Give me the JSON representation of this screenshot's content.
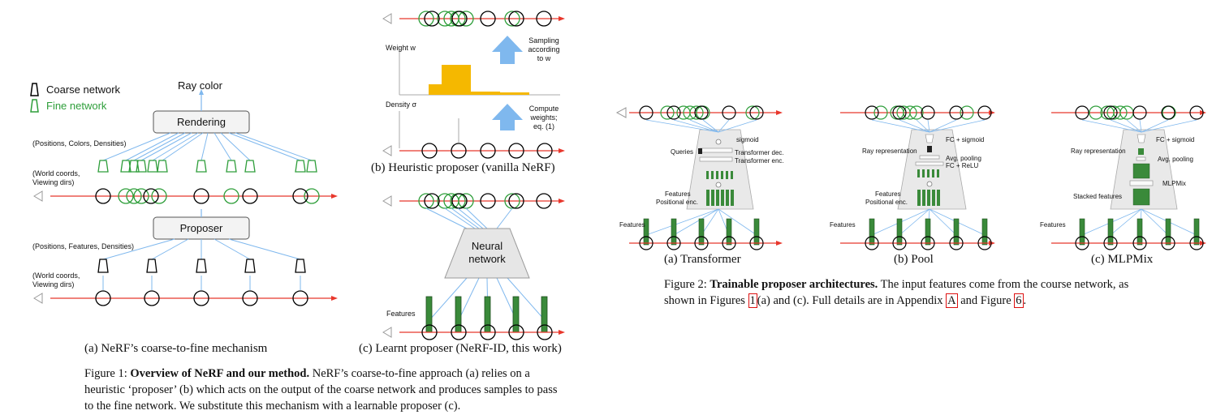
{
  "fig1": {
    "a": {
      "legend_coarse": "Coarse network",
      "legend_fine": "Fine network",
      "ray_color": "Ray color",
      "rendering": "Rendering",
      "proposer": "Proposer",
      "label_pcd": "(Positions, Colors, Densities)",
      "label_world1_l1": "(World coords,",
      "label_world1_l2": "Viewing dirs)",
      "label_pfd": "(Positions, Features, Densities)",
      "label_world2_l1": "(World coords,",
      "label_world2_l2": "Viewing dirs)",
      "caption": "(a) NeRF’s coarse-to-fine mechanism"
    },
    "b": {
      "weight": "Weight w",
      "density": "Density σ",
      "sampling_l1": "Sampling",
      "sampling_l2": "according",
      "sampling_l3": "to w",
      "compute_l1": "Compute",
      "compute_l2": "weights;",
      "compute_l3": "eq. (1)",
      "caption": "(b) Heuristic proposer (vanilla NeRF)"
    },
    "c": {
      "neural_l1": "Neural",
      "neural_l2": "network",
      "features": "Features",
      "caption": "(c) Learnt proposer (NeRF-ID, this work)"
    },
    "caption_label": "Figure 1:",
    "caption_bold": "Overview of NeRF and our method.",
    "caption_rest_1": " NeRF’s coarse-to-fine approach (a) relies on a",
    "caption_line2": "heuristic ‘proposer’ (b) which acts on the output of the coarse network and produces samples to pass",
    "caption_line3": "to the fine network. We substitute this mechanism with a learnable proposer (c)."
  },
  "fig2": {
    "transformer": {
      "sigmoid": "sigmoid",
      "queries": "Queries",
      "dec": "Transformer dec.",
      "enc": "Transformer enc.",
      "features": "Features",
      "posenc": "Positional enc.",
      "features_in": "Features",
      "caption": "(a) Transformer"
    },
    "pool": {
      "fc_sigmoid": "FC + sigmoid",
      "ray_rep": "Ray representation",
      "avg_pool": "Avg. pooling",
      "fc_relu": "FC + ReLU",
      "features": "Features",
      "posenc": "Positional enc.",
      "features_in": "Features",
      "caption": "(b) Pool"
    },
    "mlpmix": {
      "fc_sigmoid": "FC + sigmoid",
      "ray_rep": "Ray representation",
      "avg_pool": "Avg. pooling",
      "mlpmix": "MLPMix",
      "stacked": "Stacked features",
      "features_in": "Features",
      "caption": "(c) MLPMix"
    },
    "caption_label": "Figure 2:",
    "caption_bold": "Trainable proposer architectures.",
    "caption_rest_1": " The input features come from the course network, as",
    "caption_l2_a": "shown in Figures ",
    "caption_ref1": "1",
    "caption_l2_b": "(a) and (c). Full details are in Appendix ",
    "caption_refA": "A",
    "caption_l2_c": " and Figure ",
    "caption_ref6": "6",
    "caption_l2_d": "."
  },
  "colors": {
    "ray": "#e8372c",
    "fine": "#2e9e3a",
    "arrow": "#7fb8ee",
    "bar": "#f5b800",
    "feature": "#3a8a3a"
  }
}
